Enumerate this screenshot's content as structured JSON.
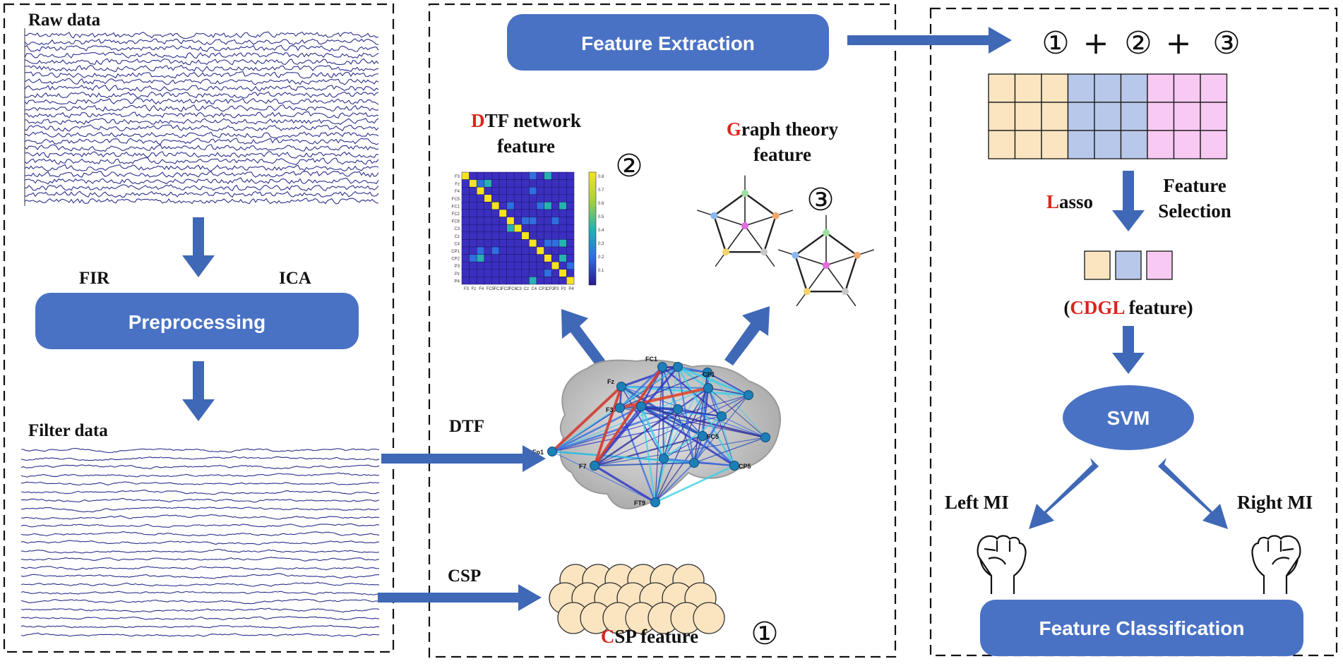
{
  "panels": {
    "left": {
      "raw_data_label": "Raw data",
      "fir_label": "FIR",
      "ica_label": "ICA",
      "preprocessing_label": "Preprocessing",
      "filter_data_label": "Filter data"
    },
    "middle": {
      "feature_extraction_label": "Feature Extraction",
      "dtf_title": {
        "initial": "D",
        "rest": "TF network",
        "line2": "feature"
      },
      "graph_title": {
        "initial": "G",
        "rest": "raph theory",
        "line2": "feature"
      },
      "csp_title": {
        "initial": "C",
        "rest": "SP feature"
      },
      "marker_2": "②",
      "marker_3": "③",
      "marker_1": "①",
      "dtf_arrow_label": "DTF",
      "csp_arrow_label": "CSP",
      "brain_nodes": [
        "Fz",
        "FC1",
        "CP1",
        "F3",
        "FC5",
        "Fp1",
        "F7",
        "FT9",
        "CP5"
      ],
      "matrix_row_labels": [
        "F3",
        "Fz",
        "F4",
        "FC5",
        "FC1",
        "FC2",
        "FC6",
        "C3",
        "Cz",
        "C4",
        "CP1",
        "CP2",
        "P3",
        "Pz",
        "P4"
      ],
      "colorbar_ticks": [
        "0.8",
        "0.7",
        "0.6",
        "0.5",
        "0.4",
        "0.3",
        "0.2",
        "0.1"
      ]
    },
    "right": {
      "combination": {
        "m1": "①",
        "plus1": "+",
        "m2": "②",
        "plus2": "+",
        "m3": "③"
      },
      "lasso": {
        "initial": "L",
        "rest": "asso"
      },
      "feature_selection_line1": "Feature",
      "feature_selection_line2": "Selection",
      "cdgl": {
        "open": "(",
        "name": "CDGL",
        "rest": " feature)"
      },
      "svm_label": "SVM",
      "left_mi_label": "Left MI",
      "right_mi_label": "Right MI",
      "feature_classification_label": "Feature Classification"
    }
  },
  "colors": {
    "accent_blue": "#4a72c4",
    "arrow_blue": "#3f68b6",
    "highlight_red": "#d9251d",
    "csp_color": "#fbe5c0",
    "dtf_color": "#b8c8ea",
    "graph_color": "#f8c9f2"
  }
}
